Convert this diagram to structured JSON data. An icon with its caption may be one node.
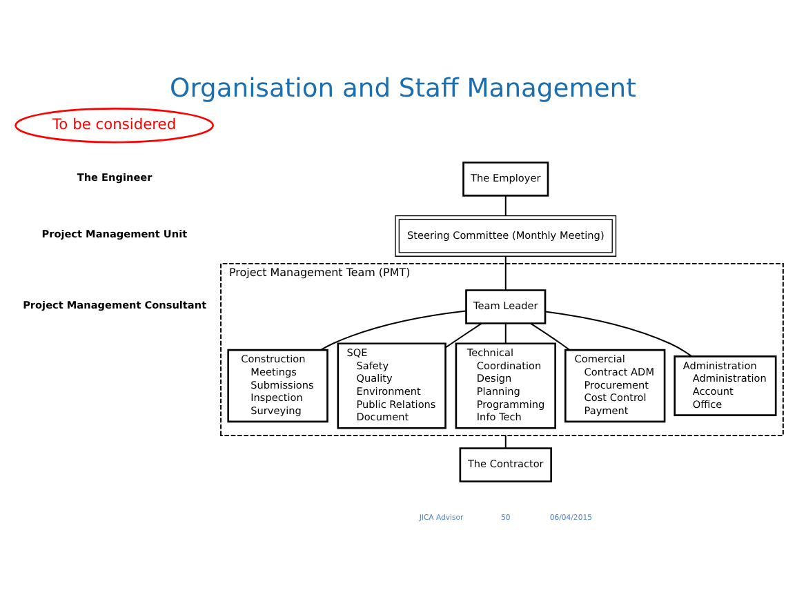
{
  "diagram": {
    "title": "Organisation and Staff Management",
    "nodes": [
      {
        "text": [
          "To be considered"
        ]
      },
      {
        "text": [
          "The Employer"
        ]
      },
      {
        "text": [
          "Steering Committee (Monthly Meeting)"
        ]
      },
      {
        "text": [
          "Project Management Team (PMT)"
        ]
      },
      {
        "text": [
          "Team Leader"
        ],
        "in": 3
      },
      {
        "text": [
          "Construction",
          "Meetings",
          "Submissions",
          "Inspection",
          "Surveying"
        ],
        "in": 3
      },
      {
        "text": [
          "SQE",
          "Safety",
          "Quality",
          "Environment",
          "Public Relations",
          "Document"
        ],
        "in": 3
      },
      {
        "text": [
          "Technical",
          "Coordination",
          "Design",
          "Planning",
          "Programming",
          "Info Tech"
        ],
        "in": 3
      },
      {
        "text": [
          "Comercial",
          "Contract ADM",
          "Procurement",
          "Cost Control",
          "Payment"
        ],
        "in": 3
      },
      {
        "text": [
          "Administration",
          "Administration",
          "Account",
          "Office"
        ],
        "in": 3
      },
      {
        "text": [
          "The Contractor"
        ]
      }
    ],
    "edges": [
      {
        "from": 1,
        "to": 2,
        "arrow": "none"
      },
      {
        "from": 2,
        "to": 4,
        "arrow": "none"
      },
      {
        "from": 4,
        "to": 5,
        "arrow": "none"
      },
      {
        "from": 4,
        "to": 6,
        "arrow": "none"
      },
      {
        "from": 4,
        "to": 7,
        "arrow": "none"
      },
      {
        "from": 4,
        "to": 8,
        "arrow": "none"
      },
      {
        "from": 4,
        "to": 9,
        "arrow": "none"
      },
      {
        "from": 3,
        "to": 10,
        "arrow": "none"
      }
    ],
    "labels": [
      "The Engineer",
      "Project Management Unit",
      "Project Management Consultant",
      "JICA Advisor",
      "50",
      "06/04/2015"
    ]
  }
}
